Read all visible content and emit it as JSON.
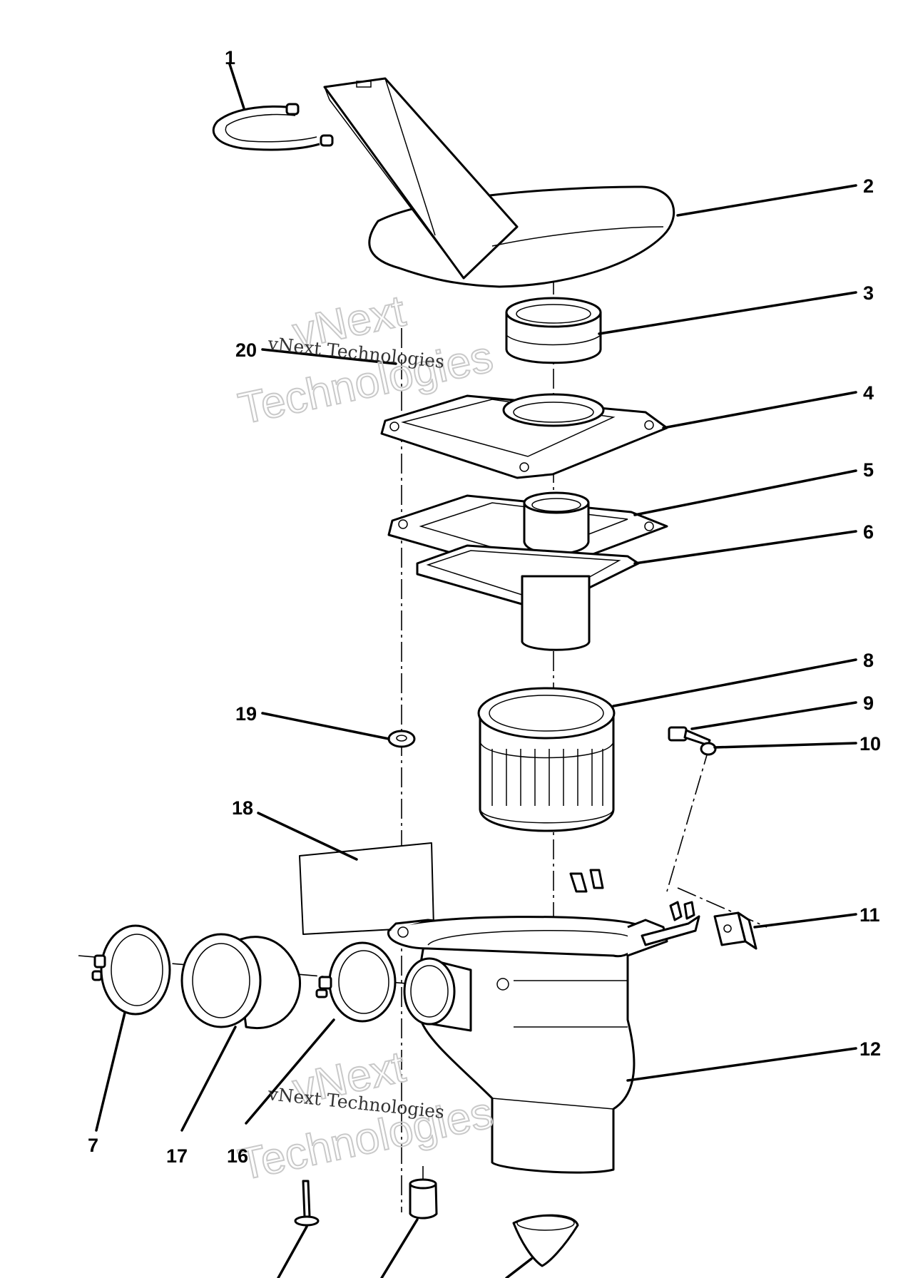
{
  "callouts": {
    "c1": "1",
    "c2": "2",
    "c3": "3",
    "c4": "4",
    "c5": "5",
    "c6": "6",
    "c7": "7",
    "c8": "8",
    "c9": "9",
    "c10": "10",
    "c11": "11",
    "c12": "12",
    "c16": "16",
    "c17": "17",
    "c18": "18",
    "c19": "19",
    "c20": "20"
  },
  "watermarks": {
    "top_big_1": "vNext",
    "top_big_2": "Technologies",
    "top_small": "vNext Technologies",
    "bottom_big_1": "vNext",
    "bottom_big_2": "Technologies",
    "bottom_small": "vNext Technologies"
  }
}
